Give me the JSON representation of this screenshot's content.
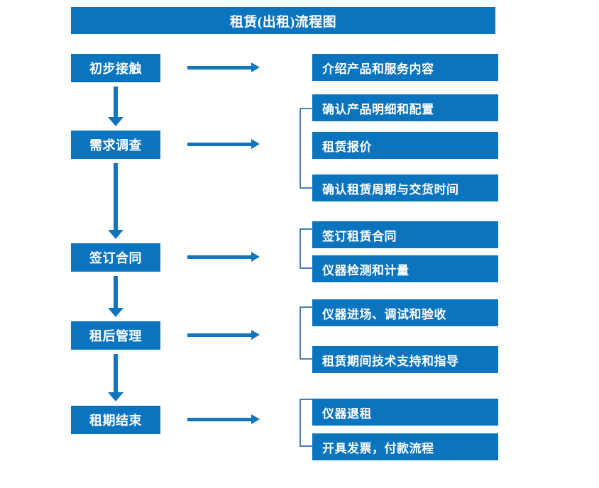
{
  "diagram": {
    "title": "租赁(出租)流程图",
    "colors": {
      "box_blue": "#0a74bf",
      "arrow_blue": "#1274bd",
      "bracket_blue": "#4a7fb5",
      "text_white": "#ffffff",
      "background": "#ffffff"
    },
    "stages": [
      {
        "label": "初步接触"
      },
      {
        "label": "需求调查"
      },
      {
        "label": "签订合同"
      },
      {
        "label": "租后管理"
      },
      {
        "label": "租期结束"
      }
    ],
    "details": [
      {
        "label": "介绍产品和服务内容"
      },
      {
        "label": "确认产品明细和配置"
      },
      {
        "label": "租赁报价"
      },
      {
        "label": "确认租赁周期与交货时间"
      },
      {
        "label": "签订租赁合同"
      },
      {
        "label": "仪器检测和计量"
      },
      {
        "label": "仪器进场、调试和验收"
      },
      {
        "label": "租赁期间技术支持和指导"
      },
      {
        "label": "仪器退租"
      },
      {
        "label": "开具发票，付款流程"
      }
    ],
    "connectors": {
      "horizontal_arrows": 5,
      "vertical_arrows": 4,
      "brackets": 4
    }
  }
}
